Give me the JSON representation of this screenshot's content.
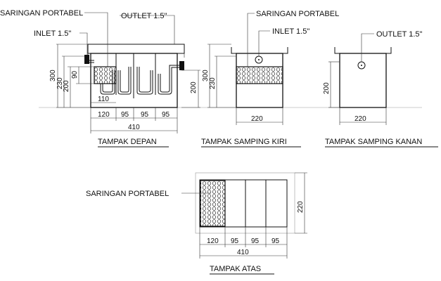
{
  "front": {
    "label_saringan": "SARINGAN PORTABEL",
    "label_inlet": "INLET 1.5\"",
    "label_outlet": "OUTLET 1.5\"",
    "dim_300": "300",
    "dim_230": "230",
    "dim_200": "200",
    "dim_90": "90",
    "dim_110": "110",
    "dim_200_right": "200",
    "dim_120": "120",
    "dim_95_a": "95",
    "dim_95_b": "95",
    "dim_95_c": "95",
    "dim_410": "410",
    "title": "TAMPAK DEPAN"
  },
  "left": {
    "label_saringan": "SARINGAN PORTABEL",
    "label_inlet": "INLET 1.5\"",
    "dim_300": "300",
    "dim_230": "230",
    "dim_220": "220",
    "title": "TAMPAK SAMPING KIRI"
  },
  "right": {
    "label_outlet": "OUTLET 1.5\"",
    "dim_200": "200",
    "dim_220": "220",
    "title": "TAMPAK SAMPING KANAN"
  },
  "top": {
    "label_saringan": "SARINGAN PORTABEL",
    "dim_220": "220",
    "dim_120": "120",
    "dim_95_a": "95",
    "dim_95_b": "95",
    "dim_95_c": "95",
    "dim_410": "410",
    "title": "TAMPAK ATAS"
  }
}
